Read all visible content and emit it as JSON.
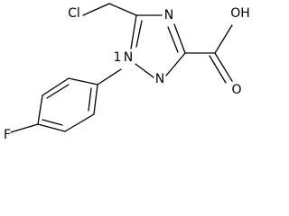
{
  "molecule": {
    "atoms": {
      "cl": "Cl",
      "n_triazole_upper": "N",
      "n1": "N",
      "n_triazole_lower": "N",
      "oh": "OH",
      "o": "O",
      "f": "F"
    },
    "annotations": {
      "n1_locant": "1"
    }
  }
}
